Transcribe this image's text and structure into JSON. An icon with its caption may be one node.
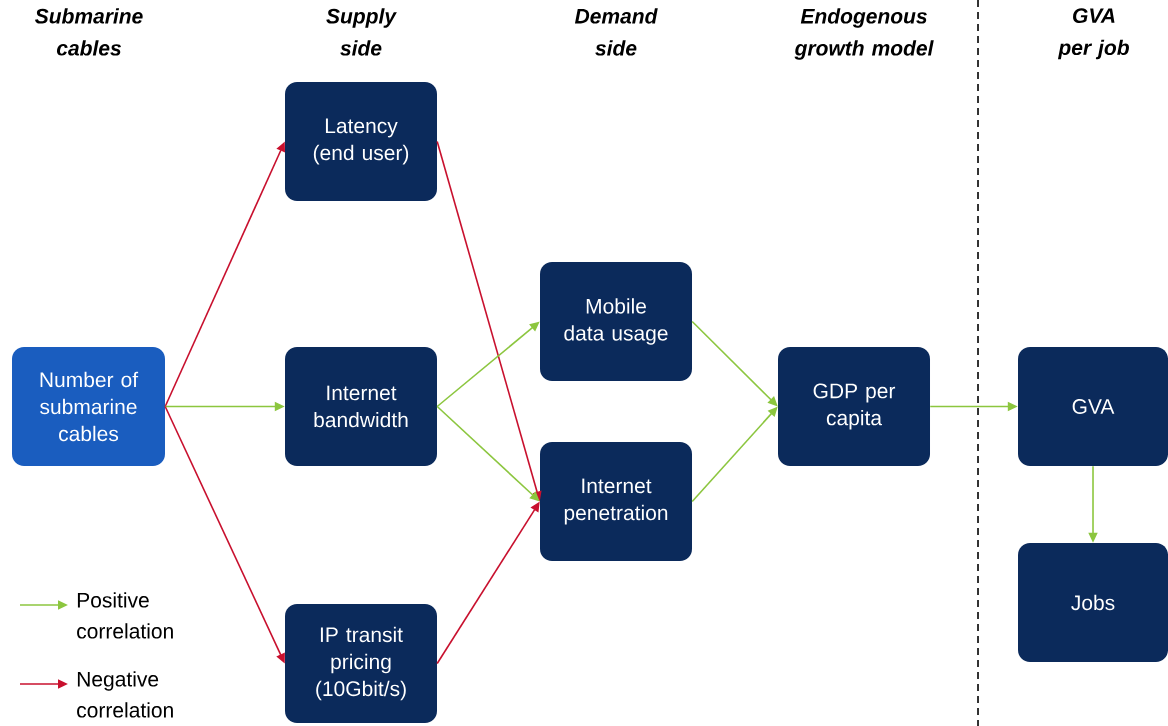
{
  "diagram": {
    "nodes": [
      {
        "text": [
          "Number of submarine cables"
        ]
      },
      {
        "text": [
          "Latency (end user)"
        ]
      },
      {
        "text": [
          "Internet bandwidth"
        ]
      },
      {
        "text": [
          "IP transit pricing (10Gbit/s)"
        ]
      },
      {
        "text": [
          "Mobile data usage"
        ]
      },
      {
        "text": [
          "Internet penetration"
        ]
      },
      {
        "text": [
          "GDP per capita"
        ]
      },
      {
        "text": [
          "GVA"
        ]
      },
      {
        "text": [
          "Jobs"
        ]
      }
    ],
    "edges": [
      {
        "from": 0,
        "to": 1,
        "arrow": "to",
        "color": "#c8102e"
      },
      {
        "from": 0,
        "to": 2,
        "arrow": "to"
      },
      {
        "from": 0,
        "to": 3,
        "arrow": "to",
        "color": "#c8102e"
      },
      {
        "from": 1,
        "to": 5,
        "arrow": "to",
        "color": "#c8102e"
      },
      {
        "from": 2,
        "to": 4,
        "arrow": "to"
      },
      {
        "from": 2,
        "to": 5,
        "arrow": "to"
      },
      {
        "from": 3,
        "to": 5,
        "arrow": "to",
        "color": "#c8102e"
      },
      {
        "from": 4,
        "to": 6,
        "arrow": "to"
      },
      {
        "from": 5,
        "to": 6,
        "arrow": "to"
      },
      {
        "from": 6,
        "to": 7,
        "arrow": "to"
      },
      {
        "from": 7,
        "to": 8,
        "arrow": "to"
      }
    ],
    "labels": [
      "Submarine cables",
      "Supply side",
      "Demand side",
      "Endogenous growth model",
      "GVA per job"
    ],
    "legend": [
      {
        "text": "Positive correlation"
      },
      {
        "text": "Negative correlation"
      }
    ]
  }
}
